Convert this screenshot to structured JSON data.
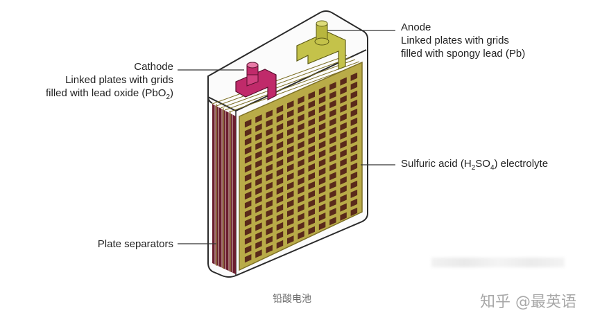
{
  "labels": {
    "anode_title": "Anode",
    "anode_line1": "Linked plates with grids",
    "anode_line2": "filled with spongy lead (Pb)",
    "cathode_title": "Cathode",
    "cathode_line1": "Linked plates with grids",
    "cathode_line2_pre": "filled with lead oxide (PbO",
    "cathode_line2_sub": "2",
    "cathode_line2_post": ")",
    "electrolyte_pre": "Sulfuric acid (H",
    "electrolyte_sub1": "2",
    "electrolyte_mid": "SO",
    "electrolyte_sub2": "4",
    "electrolyte_post": ") electrolyte",
    "separators": "Plate separators"
  },
  "caption": "铅酸电池",
  "watermark": "知乎 @最英语",
  "colors": {
    "casing_stroke": "#2a2a2a",
    "plate_fill": "#b9ab48",
    "plate_dark": "#7d7025",
    "grid_hole": "#5a2a1a",
    "separator": "#6b1e2e",
    "cathode_terminal": "#c02a6a",
    "anode_terminal": "#c4c24a",
    "leader_line": "#333333"
  }
}
